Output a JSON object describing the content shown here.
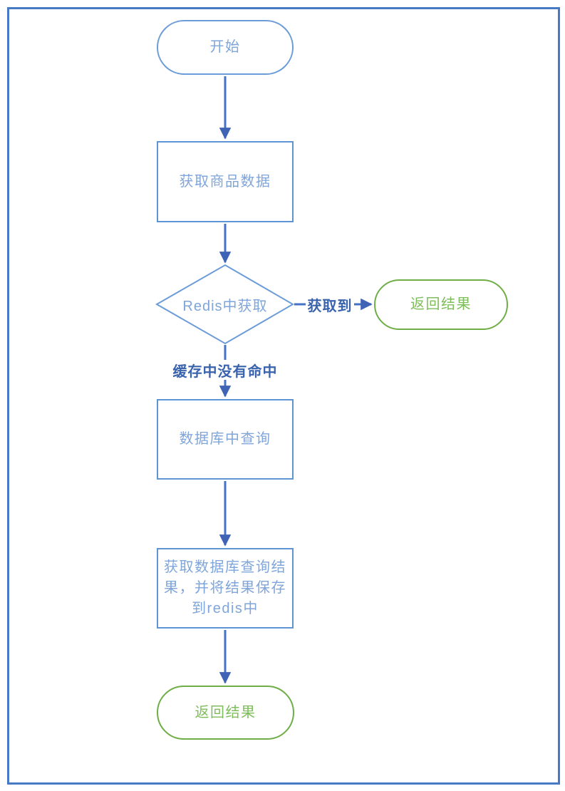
{
  "diagram": {
    "type": "flowchart",
    "nodes": {
      "start": {
        "label": "开始",
        "shape": "terminator"
      },
      "fetch_product": {
        "label": "获取商品数据",
        "shape": "process"
      },
      "redis_check": {
        "label": "Redis中获取",
        "shape": "decision"
      },
      "return_hit": {
        "label": "返回结果",
        "shape": "terminator"
      },
      "db_query": {
        "label": "数据库中查询",
        "shape": "process"
      },
      "save_redis": {
        "label": "获取数据库查询结\n果，并将结果保存\n到redis中",
        "shape": "process"
      },
      "return_final": {
        "label": "返回结果",
        "shape": "terminator"
      }
    },
    "edge_labels": {
      "hit": "获取到",
      "miss": "缓存中没有命中"
    },
    "colors": {
      "connector": "#4472C4",
      "arrowhead": "#3F63B5",
      "frame": "#4879C5",
      "process_border": "#5E94D4",
      "terminator_border": "#6C9CD8",
      "node_text": "#7FA5DA",
      "edge_label_text": "#3A63AE",
      "success_border": "#6FAE47",
      "success_text": "#7FBD5C"
    }
  }
}
